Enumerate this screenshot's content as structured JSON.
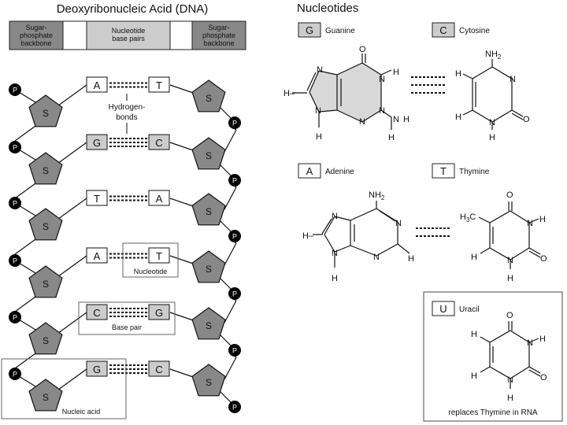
{
  "dna_title": "Deoxyribonucleic Acid (DNA)",
  "nucleotides_title": "Nucleotides",
  "legend": {
    "left": [
      "Sugar-",
      "phosphate",
      "backbone"
    ],
    "center": [
      "Nucleotide",
      "base pairs"
    ],
    "right": [
      "Sugar-",
      "phosphate",
      "backbone"
    ]
  },
  "sugar_label": "S",
  "phosphate_label": "P",
  "pairs": [
    {
      "left": "A",
      "right": "T"
    },
    {
      "left": "G",
      "right": "C"
    },
    {
      "left": "T",
      "right": "A"
    },
    {
      "left": "A",
      "right": "T"
    },
    {
      "left": "C",
      "right": "G"
    },
    {
      "left": "G",
      "right": "C"
    }
  ],
  "callouts": {
    "hydrogen_bonds": [
      "Hydrogen-",
      "bonds"
    ],
    "nucleotide": "Nucleotide",
    "base_pair": "Base pair",
    "nucleic_acid": "Nucleic acid"
  },
  "bases": {
    "guanine": {
      "letter": "G",
      "name": "Guanine"
    },
    "cytosine": {
      "letter": "C",
      "name": "Cytosine"
    },
    "adenine": {
      "letter": "A",
      "name": "Adenine"
    },
    "thymine": {
      "letter": "T",
      "name": "Thymine"
    },
    "uracil": {
      "letter": "U",
      "name": "Uracil",
      "note": "replaces Thymine in RNA"
    }
  },
  "atoms": {
    "H": "H",
    "N": "N",
    "O": "O",
    "NH2": "NH",
    "sub2": "2",
    "H3C_H": "H",
    "H3C_sub": "3",
    "H3C_C": "C",
    "HyphenH": "H–"
  },
  "colors": {
    "accent_gray": "#888888",
    "base_gray": "#cccccc",
    "ring_fill": "#d8d8d8",
    "phosphate": "#000000"
  }
}
